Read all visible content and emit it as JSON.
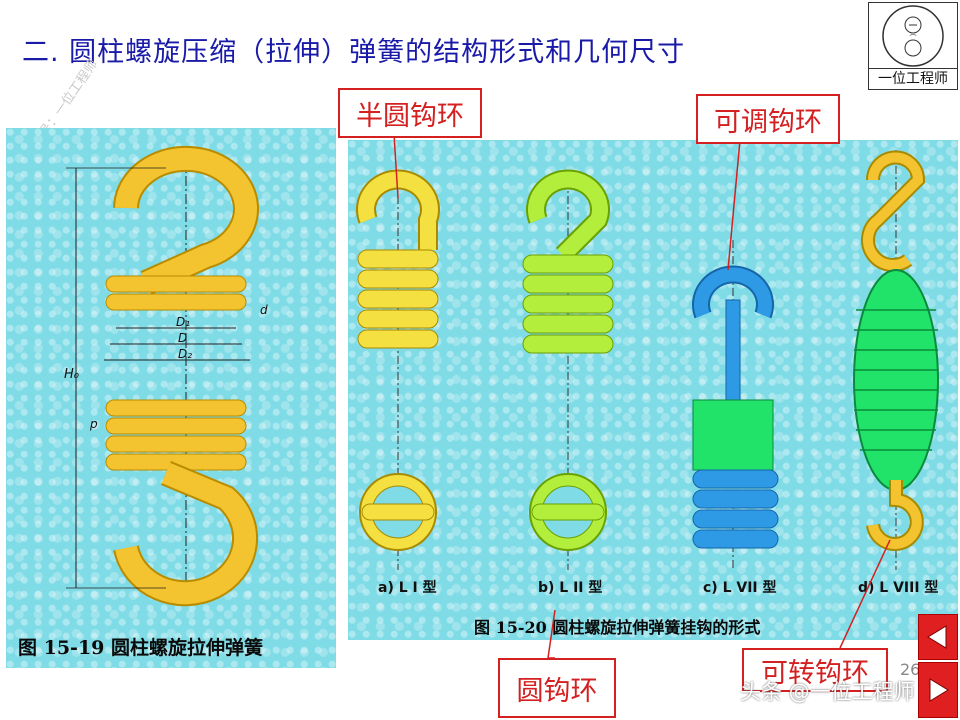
{
  "slide": {
    "title": "二.  圆柱螺旋压缩（拉伸）弹簧的结构形式和几何尺寸",
    "page_number": "26"
  },
  "logo": {
    "text": "一位工程师"
  },
  "diagonal_watermark": {
    "text": "条号：一位工程师"
  },
  "figure_left": {
    "caption": "图 15-19   圆柱螺旋拉伸弹簧",
    "dims": {
      "d1": "D₁",
      "d": "D",
      "d2": "D₂",
      "h0": "H₀",
      "p": "p",
      "wire_d": "d"
    }
  },
  "figure_right": {
    "caption": "图 15-20 圆柱螺旋拉伸弹簧挂钩的形式",
    "labels": {
      "a": "a) L I 型",
      "b": "b) L II 型",
      "c": "c) L VII 型",
      "d": "d) L VIII 型"
    }
  },
  "callouts": {
    "half_round_hook": "半圆钩环",
    "adjustable_hook": "可调钩环",
    "round_hook": "圆钩环",
    "swivel_hook": "可转钩环"
  },
  "footer_watermark": {
    "text": "头条 @一位工程师"
  },
  "colors": {
    "title": "#1a1aa8",
    "callout": "#d42020",
    "panel": "#7fdbe6",
    "spring_yellow": "#f4c430",
    "spring_lime": "#b4ee3c",
    "spring_blue": "#2e9ae6",
    "spring_green": "#22e36a"
  }
}
